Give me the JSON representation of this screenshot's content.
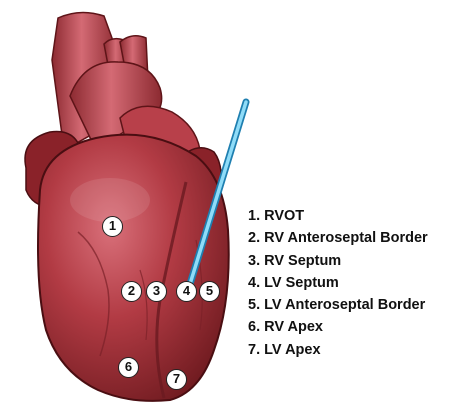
{
  "legend": [
    {
      "num": "1",
      "text": "1. RVOT"
    },
    {
      "num": "2",
      "text": "2. RV Anteroseptal Border"
    },
    {
      "num": "3",
      "text": "3. RV Septum"
    },
    {
      "num": "4",
      "text": "4. LV Septum"
    },
    {
      "num": "5",
      "text": "5. LV Anteroseptal Border"
    },
    {
      "num": "6",
      "text": "6. RV Apex"
    },
    {
      "num": "7",
      "text": "7. LV Apex"
    }
  ],
  "colors": {
    "heart_base": "#a8323a",
    "heart_light": "#d0606a",
    "heart_dark": "#5e1418",
    "vessel": "#c44a55",
    "catheter": "#5ec8ee",
    "catheter_edge": "#1f7fb0"
  }
}
